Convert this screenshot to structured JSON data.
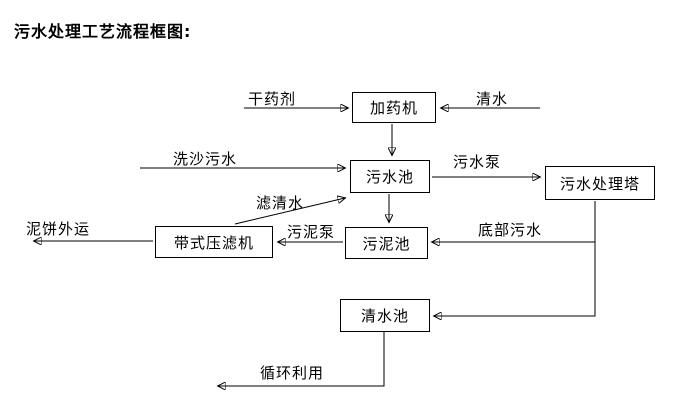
{
  "title": "污水处理工艺流程框图:",
  "colors": {
    "ink": "#000000",
    "background": "#ffffff"
  },
  "nodes": {
    "dosing_machine": "加药机",
    "sewage_pool": "污水池",
    "treatment_tower": "污水处理塔",
    "sludge_pool": "污泥池",
    "belt_filter_press": "带式压滤机",
    "clear_water_pool": "清水池"
  },
  "edge_labels": {
    "dry_chemical": "干药剂",
    "clear_water": "清水",
    "sand_washing_sewage": "洗沙污水",
    "sewage_pump": "污水泵",
    "filtered_water": "滤清水",
    "sludge_pump": "污泥泵",
    "bottom_sewage": "底部污水",
    "mud_cake_out": "泥饼外运",
    "recycle_use": "循环利用"
  }
}
